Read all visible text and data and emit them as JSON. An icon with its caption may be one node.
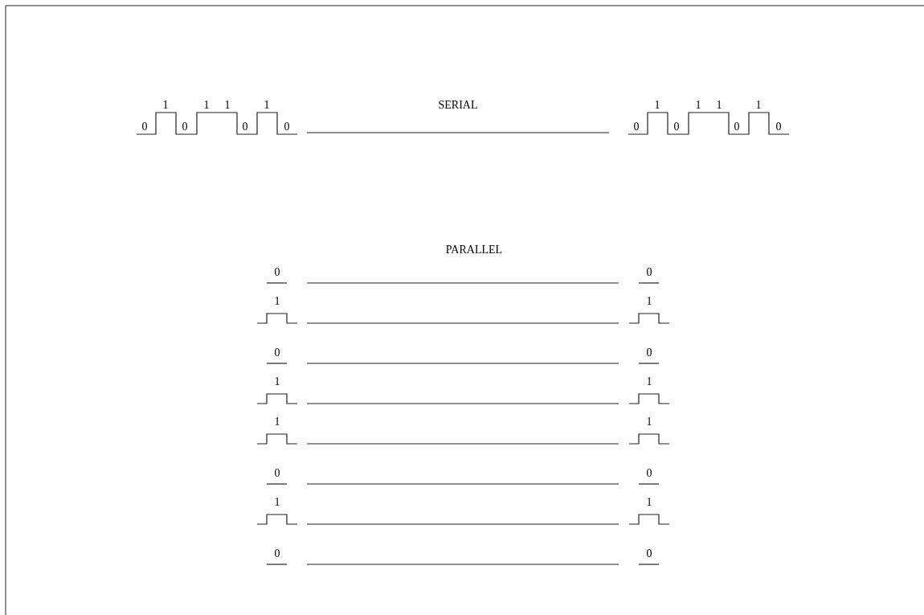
{
  "diagram": {
    "labels": [
      "0",
      "1",
      "0",
      "1",
      "1",
      "0",
      "1",
      "0",
      "SERIAL",
      "0",
      "1",
      "0",
      "1",
      "1",
      "0",
      "1",
      "0",
      "PARALLEL",
      "0",
      "0",
      "1",
      "1",
      "0",
      "0",
      "1",
      "1",
      "1",
      "1",
      "0",
      "0",
      "1",
      "1",
      "0",
      "0"
    ]
  }
}
